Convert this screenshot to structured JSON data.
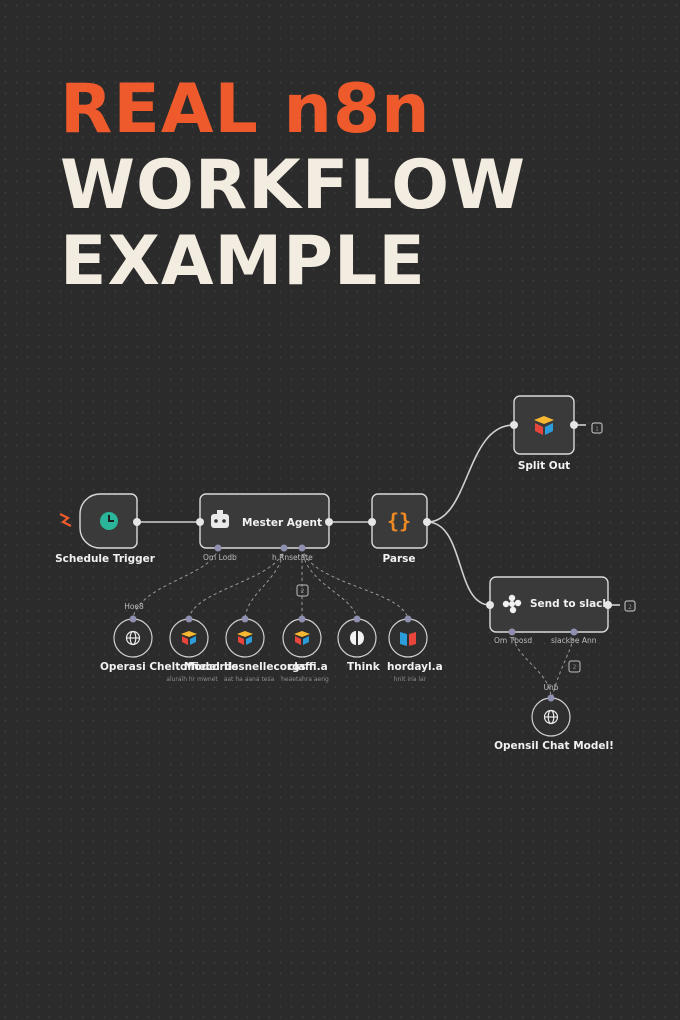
{
  "title": {
    "line1": "REAL n8n",
    "line2": "WORKFLOW",
    "line3": "EXAMPLE"
  },
  "nodes": {
    "schedule_trigger": "Schedule Trigger",
    "master_agent": "Mester Agent",
    "master_agent_sub_left": "Om Lodb",
    "master_agent_sub_right": "h Rnsetate",
    "parse": "Parse",
    "split_out": "Split Out",
    "send_to_slack": "Send to slack",
    "slack_sub_left": "Om Tbosd",
    "slack_sub_right": "slackbe Ann",
    "openai_model": "Opensil Chat Model!",
    "openai_model_tag": "Uhb"
  },
  "tools": {
    "tag": "Hoe8",
    "items": [
      {
        "label": "Operasi Chelt Model",
        "sub": "",
        "icon": "globe-icon"
      },
      {
        "label": "offiecords",
        "sub": "aluraih hr mwnet",
        "icon": "airtable-icon"
      },
      {
        "label": "liesnellecorgs",
        "sub": "aat ha aana tesa",
        "icon": "airtable-icon"
      },
      {
        "label": "claffi.a",
        "sub": "heaetahra aeng",
        "icon": "airtable-icon"
      },
      {
        "label": "Think",
        "sub": "",
        "icon": "brain-icon"
      },
      {
        "label": "hordayl.a",
        "sub": "hnit ina lar",
        "icon": "book-icon"
      }
    ]
  },
  "badges": {
    "split_out_port": "1",
    "slack_port": "2",
    "agent_counter": "2",
    "slack_counter": "2"
  },
  "colors": {
    "accent": "#ee5a2b",
    "trigger": "#2bb59a",
    "parse": "#f08a24"
  }
}
